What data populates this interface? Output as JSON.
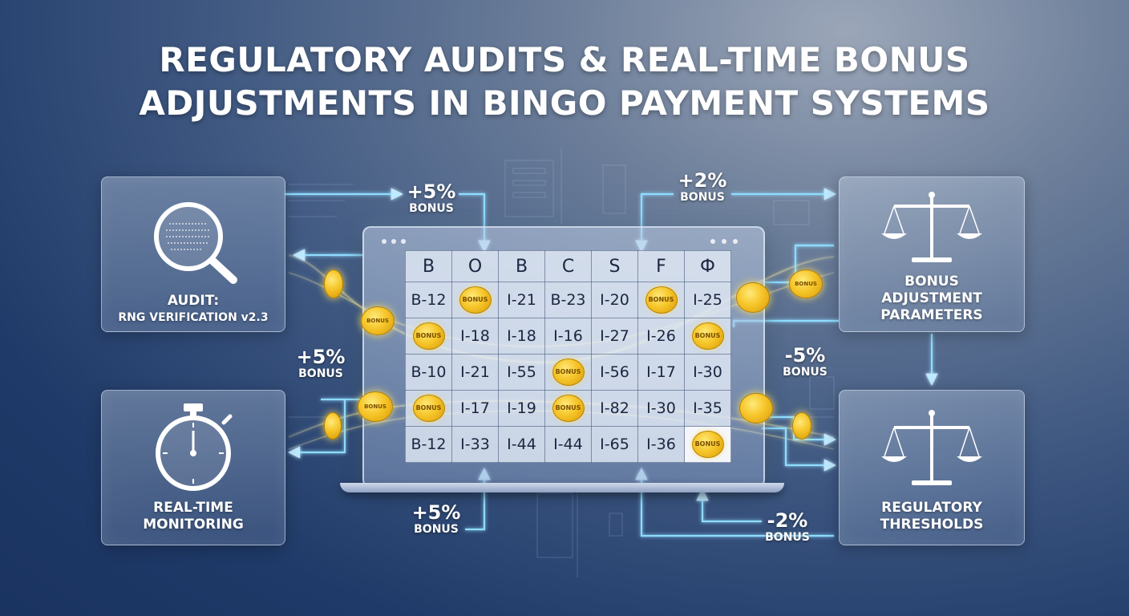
{
  "title": {
    "line1": "REGULATORY AUDITS & REAL-TIME BONUS",
    "line2": "ADJUSTMENTS IN BINGO PAYMENT SYSTEMS"
  },
  "panels": {
    "audit": {
      "line1": "AUDIT:",
      "line2": "RNG VERIFICATION v2.3",
      "icon": "magnifier-icon"
    },
    "monitoring": {
      "line1": "REAL-TIME",
      "line2": "MONITORING",
      "icon": "stopwatch-icon"
    },
    "bonus_params": {
      "line1": "BONUS",
      "line2": "ADJUSTMENT",
      "line3": "PARAMETERS",
      "icon": "scales-icon"
    },
    "thresholds": {
      "line1": "REGULATORY",
      "line2": "THRESHOLDS",
      "icon": "scales-icon"
    }
  },
  "bonus_tags": {
    "top_left": {
      "pct": "+5%",
      "word": "BONUS"
    },
    "top_right": {
      "pct": "+2%",
      "word": "BONUS"
    },
    "mid_left": {
      "pct": "+5%",
      "word": "BONUS"
    },
    "mid_right": {
      "pct": "-5%",
      "word": "BONUS"
    },
    "bottom_left": {
      "pct": "+5%",
      "word": "BONUS"
    },
    "bottom_right": {
      "pct": "-2%",
      "word": "BONUS"
    }
  },
  "coin_label": "BONUS",
  "bingo": {
    "headers": [
      "B",
      "O",
      "B",
      "C",
      "S",
      "F",
      "Ф"
    ],
    "rows": [
      [
        "B-12",
        "BONUS",
        "I-21",
        "B-23",
        "I-20",
        "BONUS",
        "I-25"
      ],
      [
        "BONUS",
        "I-18",
        "I-18",
        "I-16",
        "I-27",
        "I-26",
        "BONUS"
      ],
      [
        "B-10",
        "I-21",
        "I-55",
        "BONUS",
        "I-56",
        "I-17",
        "I-30"
      ],
      [
        "BONUS",
        "I-17",
        "I-19",
        "BONUS",
        "I-82",
        "I-30",
        "I-35"
      ],
      [
        "B-12",
        "I-33",
        "I-44",
        "I-44",
        "I-65",
        "I-36",
        "BONUS"
      ]
    ]
  },
  "colors": {
    "background_dark": "#1a3361",
    "arrow": "#7fd3ff",
    "coin": "#f6c62a"
  }
}
